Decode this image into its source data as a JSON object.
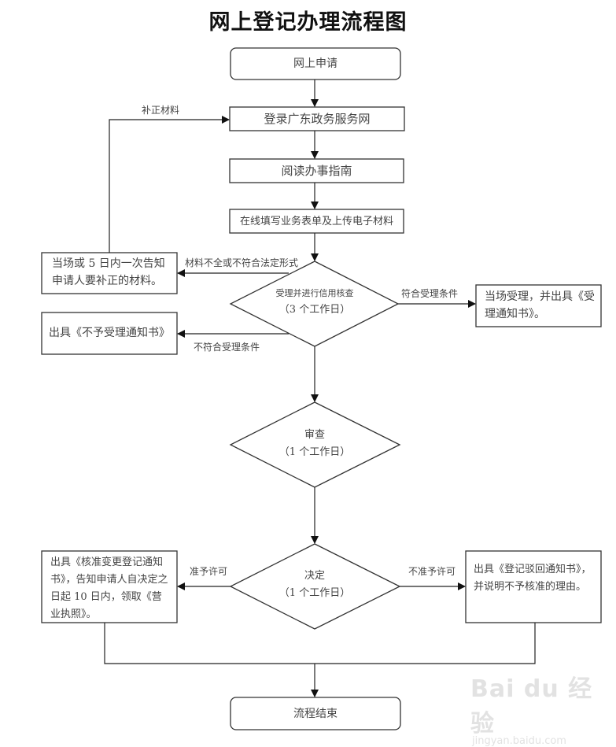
{
  "title": "网上登记办理流程图",
  "nodes": {
    "start": "网上申请",
    "login": "登录广东政务服务网",
    "read_guide": "阅读办事指南",
    "fill_form": "在线填写业务表单及上传电子材料",
    "accept_check": {
      "line1": "受理并进行信用核查",
      "line2": "（3 个工作日）"
    },
    "supplement_notice": "当场或 5 日内一次告知申请人要补正的材料。",
    "reject_notice": "出具《不予受理通知书》",
    "accept_notice": "当场受理，并出具《受理通知书》。",
    "review": {
      "line1": "审查",
      "line2": "（1 个工作日）"
    },
    "decision": {
      "line1": "决定",
      "line2": "（1 个工作日）"
    },
    "approve_notice": "出具《核准变更登记通知书》，告知申请人自决定之日起 10 日内，领取《营业执照》。",
    "deny_notice": "出具《登记驳回通知书》，并说明不予核准的理由。",
    "end": "流程结束"
  },
  "edge_labels": {
    "supplement": "补正材料",
    "incomplete": "材料不全或不符合法定形式",
    "not_eligible": "不符合受理条件",
    "eligible": "符合受理条件",
    "approve": "准予许可",
    "deny": "不准予许可"
  },
  "watermark": {
    "brand": "Bai du 经验",
    "url": "jingyan.baidu.com"
  }
}
